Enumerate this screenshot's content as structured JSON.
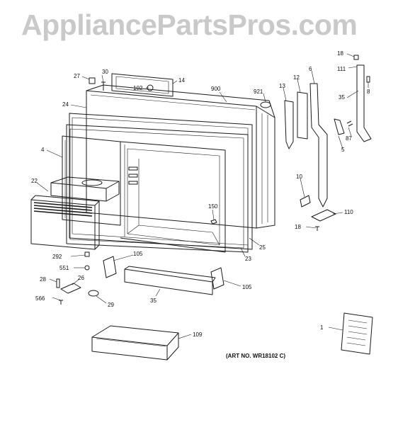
{
  "watermark": "AppliancePartsPros.com",
  "art_number": "(ART NO. WR18102 C)",
  "part_labels": [
    {
      "id": "p18a",
      "text": "18"
    },
    {
      "id": "p111",
      "text": "111"
    },
    {
      "id": "p8",
      "text": "8"
    },
    {
      "id": "p35a",
      "text": "35"
    },
    {
      "id": "p87",
      "text": "87"
    },
    {
      "id": "p5",
      "text": "5"
    },
    {
      "id": "p6",
      "text": "6"
    },
    {
      "id": "p12",
      "text": "12"
    },
    {
      "id": "p13",
      "text": "13"
    },
    {
      "id": "p921",
      "text": "921"
    },
    {
      "id": "p900",
      "text": "900"
    },
    {
      "id": "p14",
      "text": "14"
    },
    {
      "id": "p102",
      "text": "102"
    },
    {
      "id": "p30",
      "text": "30"
    },
    {
      "id": "p27",
      "text": "27"
    },
    {
      "id": "p24",
      "text": "24"
    },
    {
      "id": "p4",
      "text": "4"
    },
    {
      "id": "p22",
      "text": "22"
    },
    {
      "id": "p10",
      "text": "10"
    },
    {
      "id": "p110",
      "text": "110"
    },
    {
      "id": "p18b",
      "text": "18"
    },
    {
      "id": "p150",
      "text": "150"
    },
    {
      "id": "p25",
      "text": "25"
    },
    {
      "id": "p23",
      "text": "23"
    },
    {
      "id": "p292",
      "text": "292"
    },
    {
      "id": "p551",
      "text": "551"
    },
    {
      "id": "p105a",
      "text": "105"
    },
    {
      "id": "p105b",
      "text": "105"
    },
    {
      "id": "p28",
      "text": "28"
    },
    {
      "id": "p26",
      "text": "26"
    },
    {
      "id": "p566",
      "text": "566"
    },
    {
      "id": "p29",
      "text": "29"
    },
    {
      "id": "p35b",
      "text": "35"
    },
    {
      "id": "p109",
      "text": "109"
    },
    {
      "id": "p1",
      "text": "1"
    }
  ]
}
